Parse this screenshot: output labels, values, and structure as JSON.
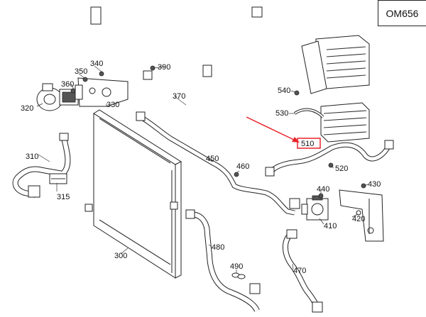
{
  "model_code": "OM656",
  "highlight": {
    "part": "510",
    "color": "#e8242a"
  },
  "parts": [
    {
      "id": "p300",
      "label": "300"
    },
    {
      "id": "p310",
      "label": "310"
    },
    {
      "id": "p315",
      "label": "315"
    },
    {
      "id": "p320",
      "label": "320"
    },
    {
      "id": "p330",
      "label": "330"
    },
    {
      "id": "p340",
      "label": "340"
    },
    {
      "id": "p350",
      "label": "350"
    },
    {
      "id": "p360",
      "label": "360"
    },
    {
      "id": "p370",
      "label": "370"
    },
    {
      "id": "p390",
      "label": "390"
    },
    {
      "id": "p410",
      "label": "410"
    },
    {
      "id": "p420",
      "label": "420"
    },
    {
      "id": "p430",
      "label": "430"
    },
    {
      "id": "p440",
      "label": "440"
    },
    {
      "id": "p450",
      "label": "450"
    },
    {
      "id": "p460",
      "label": "460"
    },
    {
      "id": "p470",
      "label": "470"
    },
    {
      "id": "p480",
      "label": "480"
    },
    {
      "id": "p490",
      "label": "490"
    },
    {
      "id": "p510",
      "label": "510"
    },
    {
      "id": "p520",
      "label": "520"
    },
    {
      "id": "p530",
      "label": "530"
    },
    {
      "id": "p540",
      "label": "540"
    }
  ]
}
